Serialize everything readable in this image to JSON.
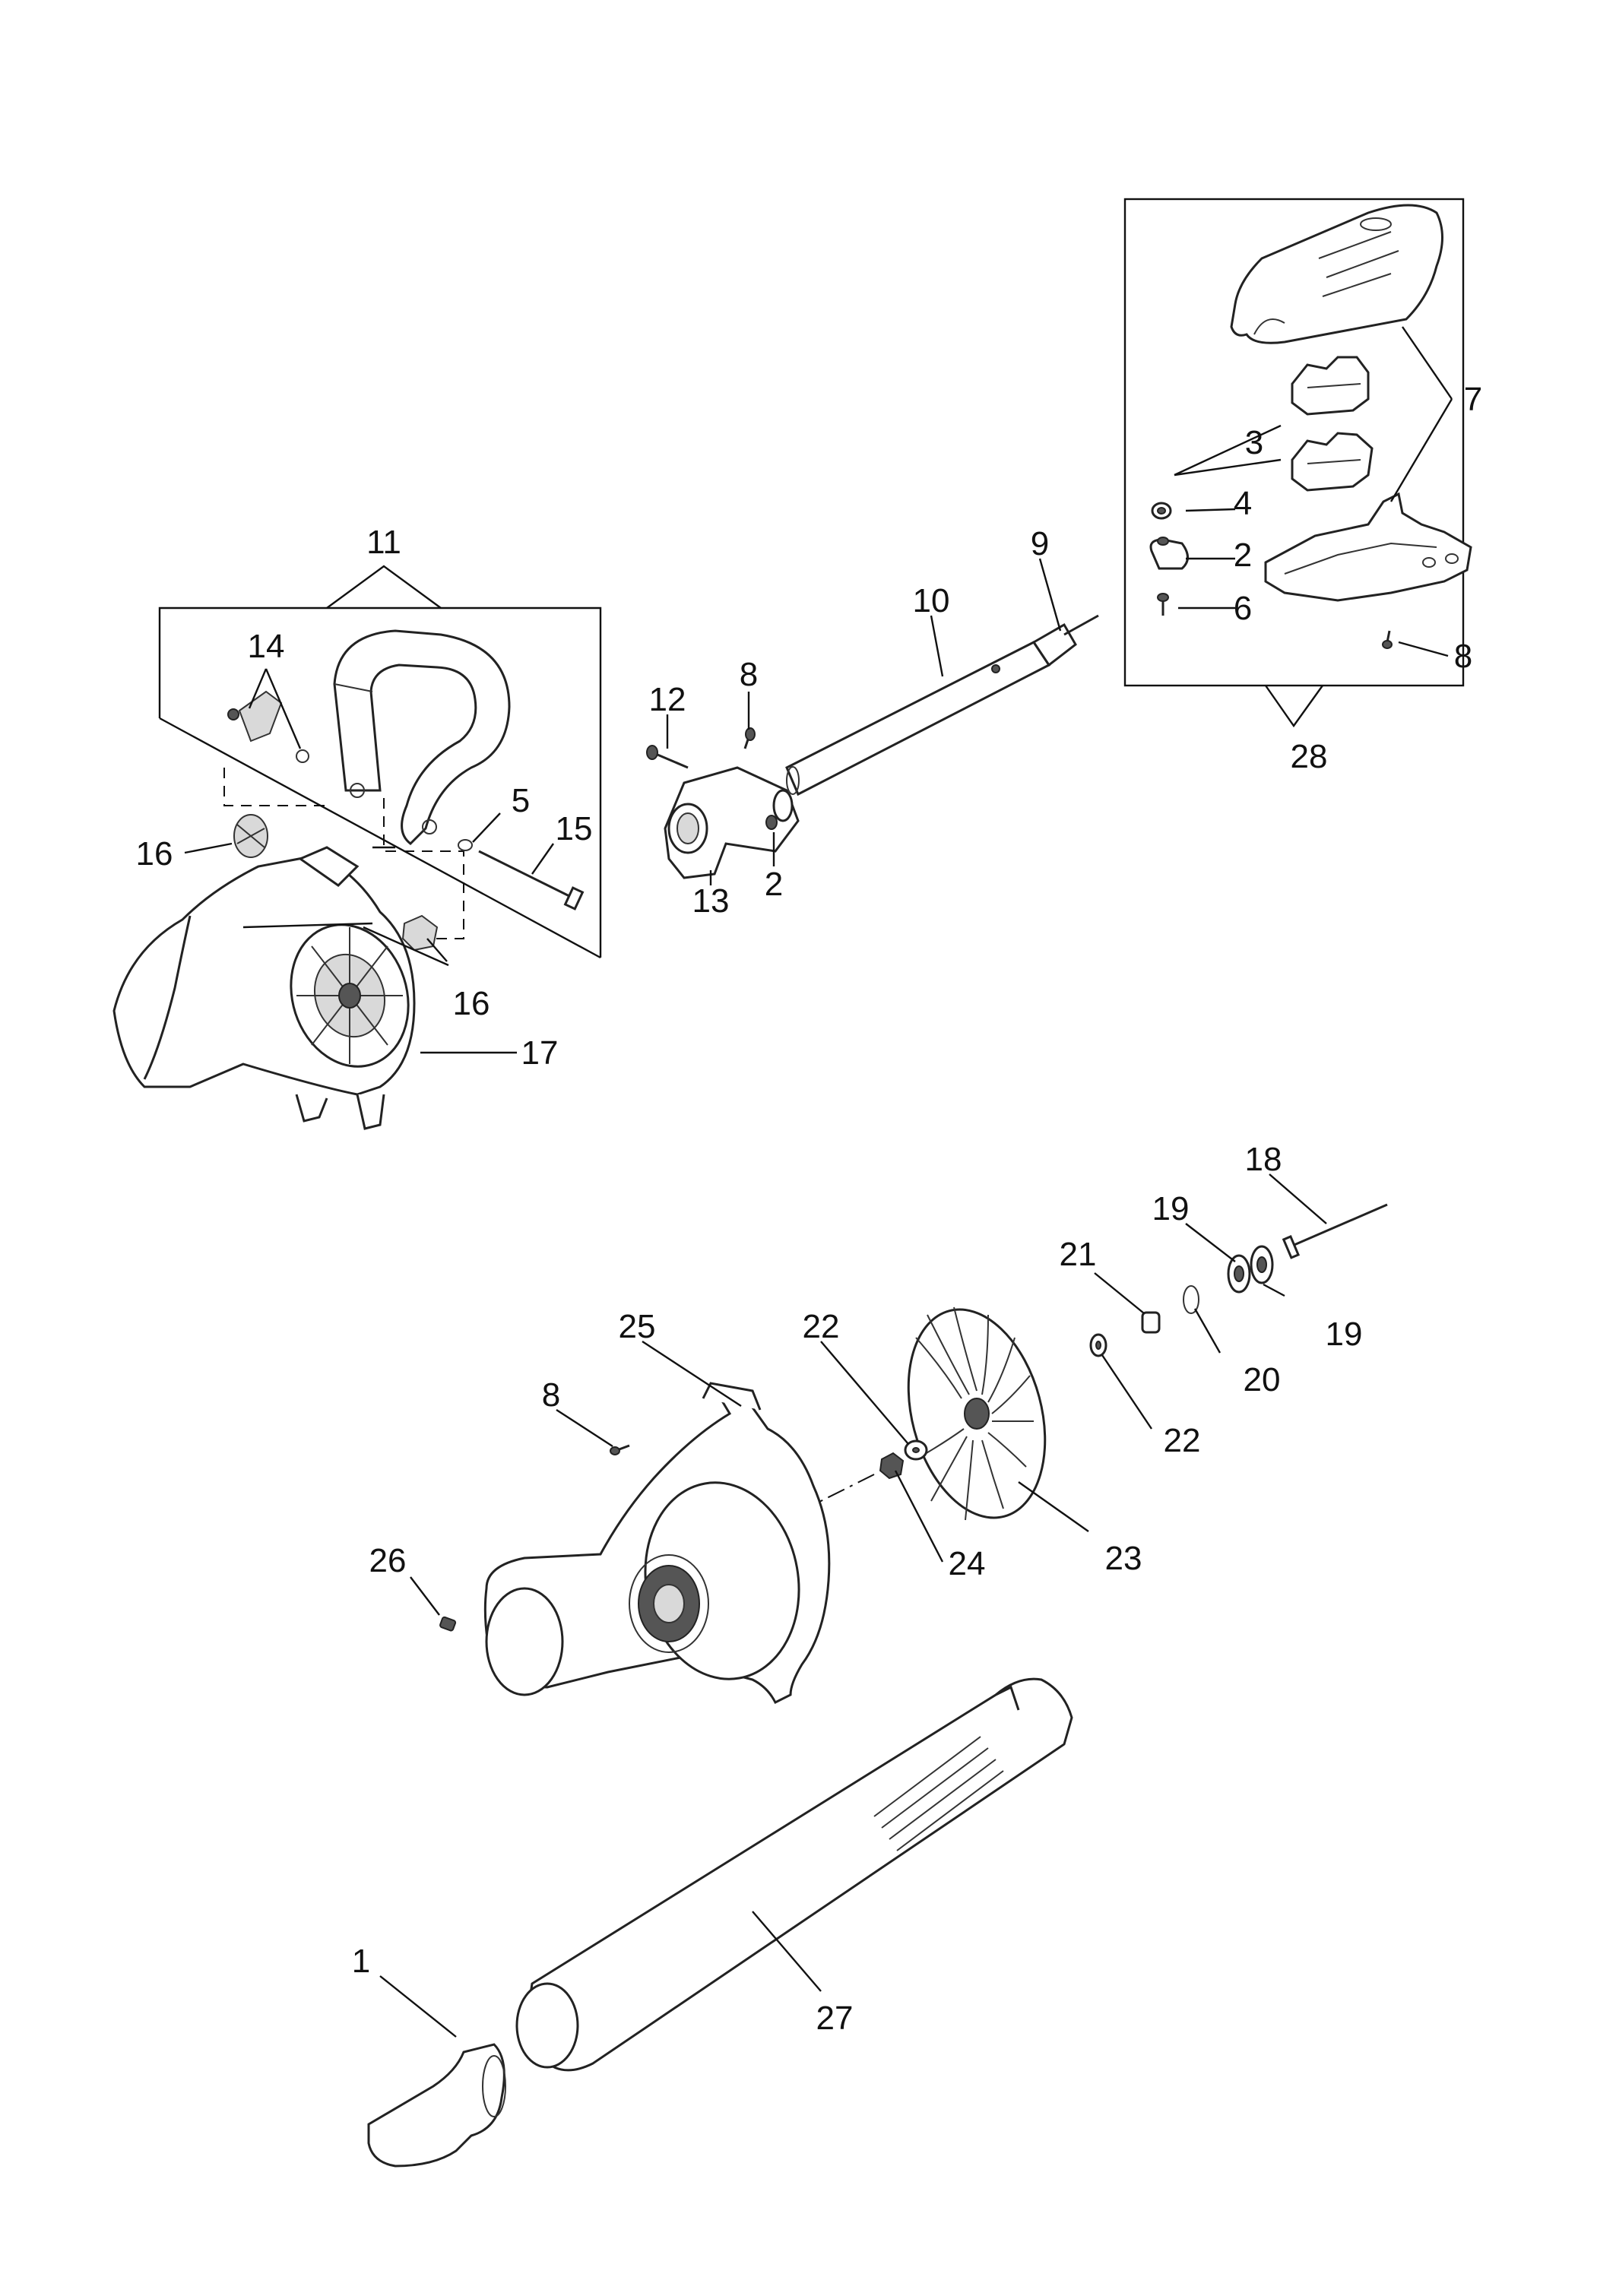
{
  "labels": {
    "l1": "1",
    "l2a": "2",
    "l2b": "2",
    "l3": "3",
    "l4": "4",
    "l5": "5",
    "l6": "6",
    "l7": "7",
    "l8a": "8",
    "l8b": "8",
    "l8c": "8",
    "l9": "9",
    "l10": "10",
    "l11": "11",
    "l12": "12",
    "l13": "13",
    "l14": "14",
    "l15": "15",
    "l16a": "16",
    "l16b": "16",
    "l17": "17",
    "l18": "18",
    "l19a": "19",
    "l19b": "19",
    "l20": "20",
    "l21": "21",
    "l22a": "22",
    "l22b": "22",
    "l23": "23",
    "l24": "24",
    "l25": "25",
    "l26": "26",
    "l27": "27",
    "l28": "28"
  }
}
